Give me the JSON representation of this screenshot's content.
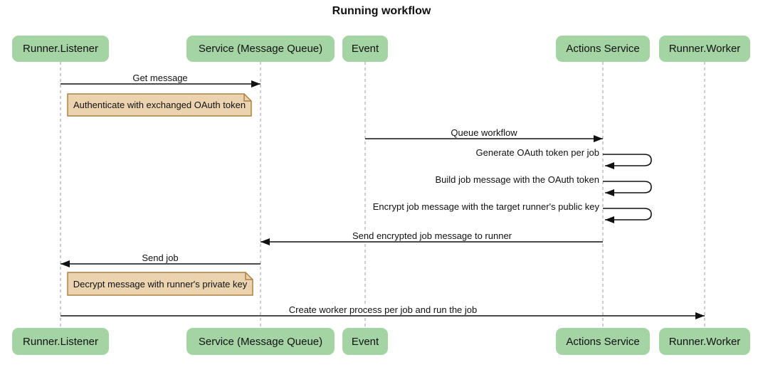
{
  "title": "Running workflow",
  "diagram_type": "sequence-diagram",
  "colors": {
    "participant_fill": "#A4D4A4",
    "note_fill": "#EBD3B0",
    "note_border": "#AB8244",
    "arrow": "#111111",
    "lifeline": "#999999",
    "background": "#ffffff"
  },
  "participants": [
    {
      "label": "Runner.Listener"
    },
    {
      "label": "Service (Message Queue)"
    },
    {
      "label": "Event"
    },
    {
      "label": "Actions Service"
    },
    {
      "label": "Runner.Worker"
    }
  ],
  "messages": [
    {
      "label": "Get message",
      "from": "Runner.Listener",
      "to": "Service (Message Queue)",
      "type": "solid-arrow"
    },
    {
      "label": "Queue workflow",
      "from": "Event",
      "to": "Actions Service",
      "type": "solid-arrow"
    },
    {
      "label": "Generate OAuth token per job",
      "from": "Actions Service",
      "to": "Actions Service",
      "type": "self-loop"
    },
    {
      "label": "Build job message with the OAuth token",
      "from": "Actions Service",
      "to": "Actions Service",
      "type": "self-loop"
    },
    {
      "label": "Encrypt job message with the target runner's public key",
      "from": "Actions Service",
      "to": "Actions Service",
      "type": "self-loop"
    },
    {
      "label": "Send encrypted job message to runner",
      "from": "Actions Service",
      "to": "Service (Message Queue)",
      "type": "solid-arrow"
    },
    {
      "label": "Send job",
      "from": "Service (Message Queue)",
      "to": "Runner.Listener",
      "type": "solid-arrow"
    },
    {
      "label": "Create worker process per job and run the job",
      "from": "Runner.Listener",
      "to": "Runner.Worker",
      "type": "solid-arrow"
    }
  ],
  "notes": [
    {
      "label": "Authenticate with exchanged OAuth token",
      "over": [
        "Runner.Listener",
        "Service (Message Queue)"
      ]
    },
    {
      "label": "Decrypt message with runner's private key",
      "over": [
        "Runner.Listener",
        "Service (Message Queue)"
      ]
    }
  ]
}
